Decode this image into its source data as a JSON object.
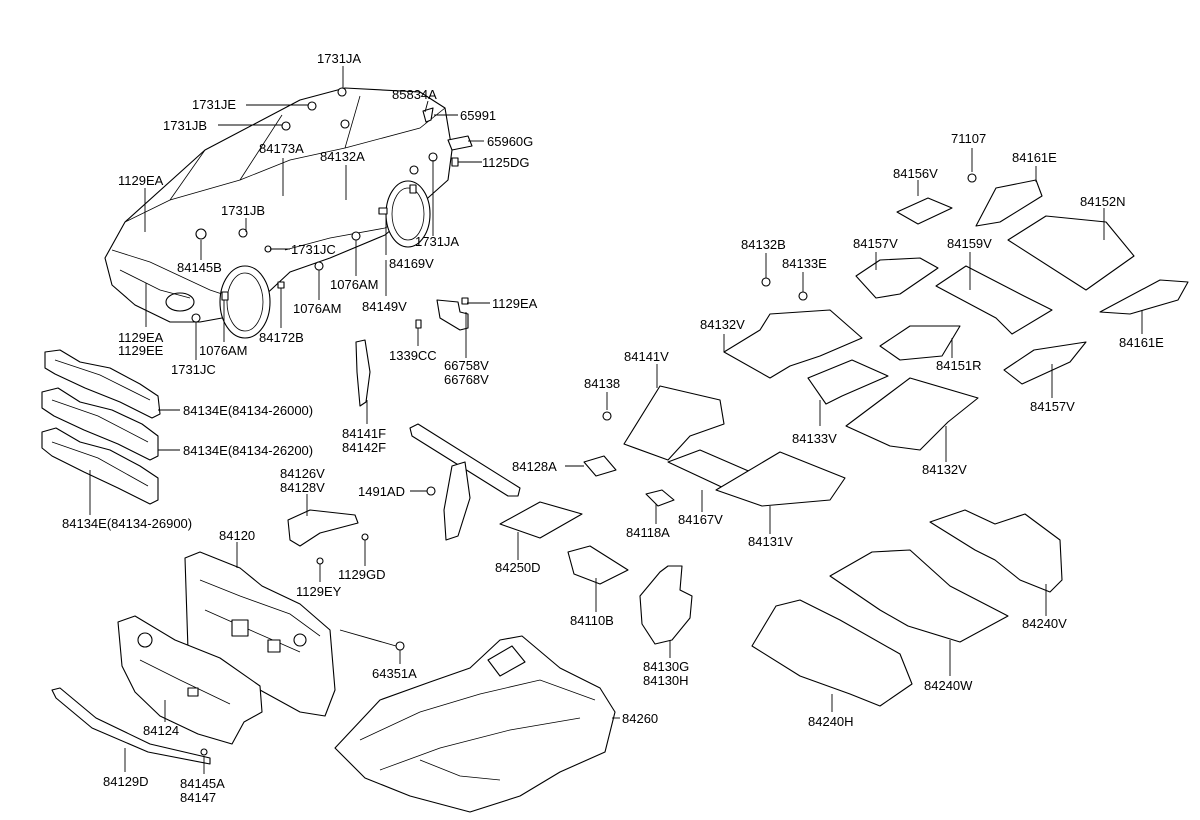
{
  "colors": {
    "line": "#000000",
    "background": "#ffffff"
  },
  "labels": {
    "l1731JA_top": "1731JA",
    "l1731JE": "1731JE",
    "l1731JB_top": "1731JB",
    "l85834A": "85834A",
    "l65991": "65991",
    "l65960G": "65960G",
    "l1125DG": "1125DG",
    "l84173A": "84173A",
    "l84132A": "84132A",
    "l1129EA_car": "1129EA",
    "l1731JB_mid": "1731JB",
    "l1731JC_mid": "1731JC",
    "l1731JA_right": "1731JA",
    "l84145B": "84145B",
    "l1076AM_a": "1076AM",
    "l84169V": "84169V",
    "l1076AM_b": "1076AM",
    "l84149V": "84149V",
    "l1129EA_front": "1129EA",
    "l1129EE": "1129EE",
    "l1076AM_c": "1076AM",
    "l84172B": "84172B",
    "l1731JC_bottom": "1731JC",
    "l1129EA_bracket": "1129EA",
    "l1339CC": "1339CC",
    "l66758V": "66758V",
    "l66768V": "66768V",
    "l84134E_1": "84134E(84134-26000)",
    "l84134E_2": "84134E(84134-26200)",
    "l84134E_3": "84134E(84134-26900)",
    "l84141F": "84141F",
    "l84142F": "84142F",
    "l84126V": "84126V",
    "l84128V": "84128V",
    "l1491AD": "1491AD",
    "l84120": "84120",
    "l1129GD": "1129GD",
    "l1129EY": "1129EY",
    "l64351A": "64351A",
    "l84124": "84124",
    "l84129D": "84129D",
    "l84145A": "84145A",
    "l84147": "84147",
    "l84260": "84260",
    "l84250D": "84250D",
    "l84110B": "84110B",
    "l84130G": "84130G",
    "l84130H": "84130H",
    "l84128A": "84128A",
    "l84118A": "84118A",
    "l84167V": "84167V",
    "l84131V": "84131V",
    "l84138": "84138",
    "l84141V": "84141V",
    "l84132B": "84132B",
    "l84133E": "84133E",
    "l84132V_top": "84132V",
    "l84133V": "84133V",
    "l84132V_bottom": "84132V",
    "l71107": "71107",
    "l84156V": "84156V",
    "l84161E_top": "84161E",
    "l84152N": "84152N",
    "l84157V_top": "84157V",
    "l84159V": "84159V",
    "l84151R": "84151R",
    "l84157V_bottom": "84157V",
    "l84161E_right": "84161E",
    "l84240V": "84240V",
    "l84240W": "84240W",
    "l84240H": "84240H"
  }
}
